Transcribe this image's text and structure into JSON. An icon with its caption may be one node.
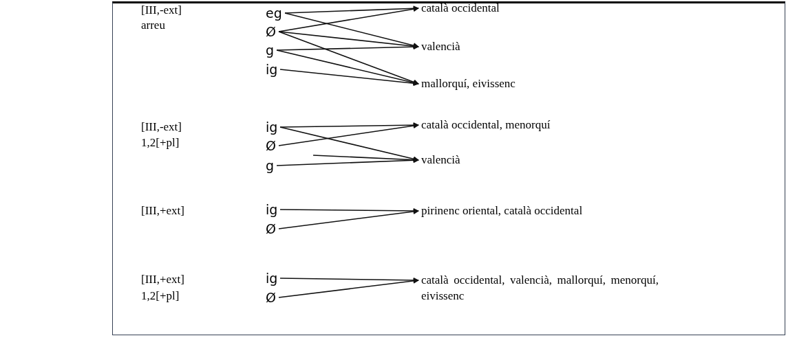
{
  "diagram": {
    "nodes": [
      {
        "text": [
          "eg"
        ]
      },
      {
        "text": [
          "Ø"
        ]
      },
      {
        "text": [
          "g"
        ]
      },
      {
        "text": [
          "ig"
        ]
      },
      {
        "text": [
          "català occidental"
        ]
      },
      {
        "text": [
          "valencià"
        ]
      },
      {
        "text": [
          "mallorquí, eivissenc"
        ]
      },
      {
        "text": [
          "ig"
        ]
      },
      {
        "text": [
          "Ø"
        ]
      },
      {
        "text": [
          "g"
        ]
      },
      {
        "text": [
          "català occidental, menorquí"
        ]
      },
      {
        "text": [
          "valencià"
        ]
      },
      {
        "text": [
          "ig"
        ]
      },
      {
        "text": [
          "Ø"
        ]
      },
      {
        "text": [
          "pirinenc oriental, català occidental"
        ]
      },
      {
        "text": [
          "ig"
        ]
      },
      {
        "text": [
          "Ø"
        ]
      },
      {
        "text": [
          "català occidental, valencià, mallorquí, menorquí, eivissenc"
        ]
      }
    ],
    "edges": [
      {
        "from": 0,
        "to": 4,
        "arrow": "to"
      },
      {
        "from": 0,
        "to": 5,
        "arrow": "to"
      },
      {
        "from": 1,
        "to": 4,
        "arrow": "to"
      },
      {
        "from": 1,
        "to": 5,
        "arrow": "to"
      },
      {
        "from": 1,
        "to": 6,
        "arrow": "to"
      },
      {
        "from": 2,
        "to": 5,
        "arrow": "to"
      },
      {
        "from": 2,
        "to": 6,
        "arrow": "to"
      },
      {
        "from": 3,
        "to": 6,
        "arrow": "to"
      },
      {
        "from": 7,
        "to": 10,
        "arrow": "to"
      },
      {
        "from": 7,
        "to": 11,
        "arrow": "to"
      },
      {
        "from": 8,
        "to": 10,
        "arrow": "to"
      },
      {
        "from": null,
        "to": 11,
        "arrow": "to"
      },
      {
        "from": 9,
        "to": 11,
        "arrow": "to"
      },
      {
        "from": 12,
        "to": 14,
        "arrow": "to"
      },
      {
        "from": 13,
        "to": 14,
        "arrow": "to"
      },
      {
        "from": 15,
        "to": 17,
        "arrow": "to"
      },
      {
        "from": 16,
        "to": 17,
        "arrow": "to"
      }
    ],
    "labels": [
      "[III,-ext]",
      "arreu",
      "[III,-ext]",
      "1,2[+pl]",
      "[III,+ext]",
      "[III,+ext]",
      "1,2[+pl]"
    ]
  }
}
